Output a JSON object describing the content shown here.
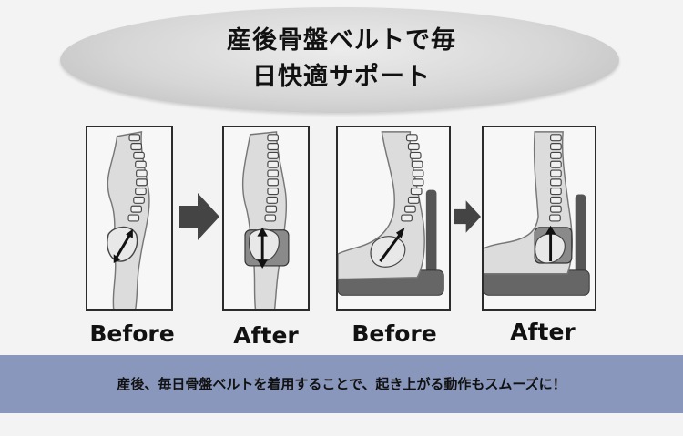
{
  "title": {
    "line1": "産後骨盤ベルトで毎",
    "line2": "日快適サポート"
  },
  "panels": [
    {
      "label": "Before"
    },
    {
      "label": "After"
    },
    {
      "label": "Before"
    },
    {
      "label": "After"
    }
  ],
  "banner": {
    "text": "産後、毎日骨盤ベルトを着用することで、起き上がる動作もスムーズに！",
    "color": "#8997bd"
  },
  "icons": [
    "arrow-right-icon",
    "arrow-right-icon"
  ]
}
